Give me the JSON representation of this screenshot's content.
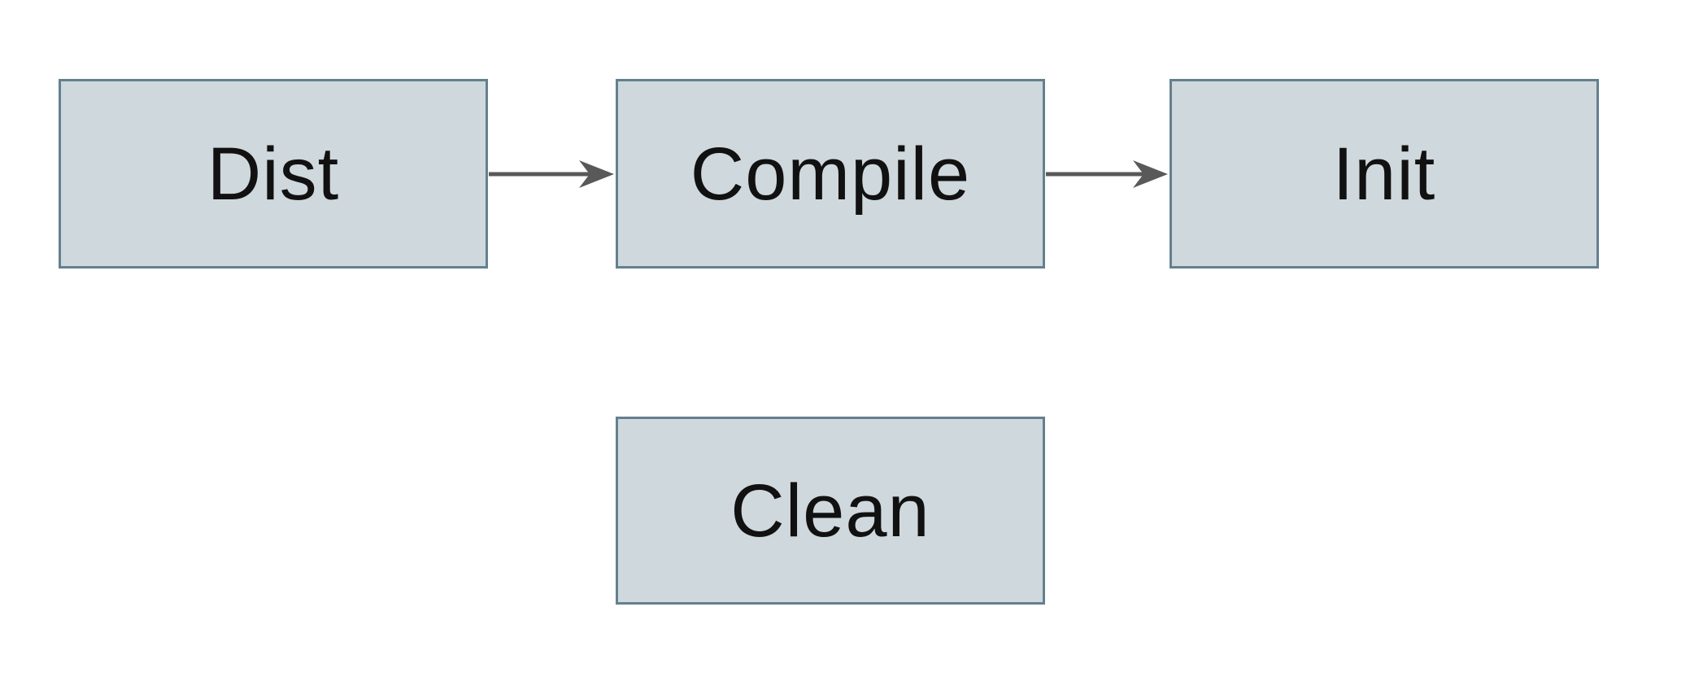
{
  "diagram": {
    "nodes": [
      {
        "id": "dist",
        "label": "Dist"
      },
      {
        "id": "compile",
        "label": "Compile"
      },
      {
        "id": "init",
        "label": "Init"
      },
      {
        "id": "clean",
        "label": "Clean"
      }
    ],
    "edges": [
      {
        "from": "dist",
        "to": "compile",
        "direction": "right"
      },
      {
        "from": "compile",
        "to": "init",
        "direction": "right"
      }
    ],
    "colors": {
      "node_fill": "#cfd8dc",
      "node_border": "#64808f",
      "arrow": "#595959",
      "label_text": "#111111",
      "background": "#ffffff"
    }
  }
}
